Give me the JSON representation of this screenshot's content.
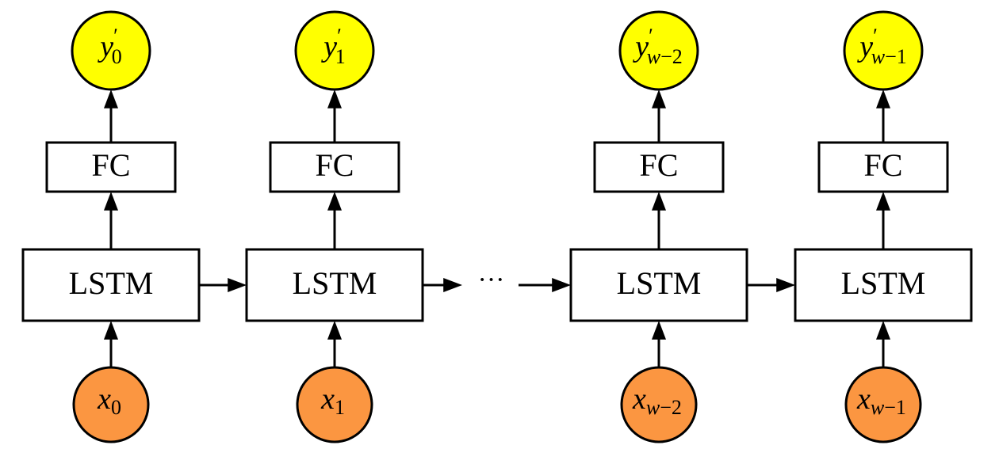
{
  "diagram": {
    "title": "",
    "colors": {
      "output_node": "#ffff00",
      "input_node": "#fb9641",
      "stroke": "#000000"
    },
    "ellipsis": "···",
    "timesteps": [
      {
        "input": {
          "base": "x",
          "sub": "0"
        },
        "cell": "LSTM",
        "fc": "FC",
        "output": {
          "base": "y",
          "prime": "′",
          "sub": "0"
        }
      },
      {
        "input": {
          "base": "x",
          "sub": "1"
        },
        "cell": "LSTM",
        "fc": "FC",
        "output": {
          "base": "y",
          "prime": "′",
          "sub": "1"
        }
      },
      {
        "input": {
          "base": "x",
          "sub": "w−2"
        },
        "cell": "LSTM",
        "fc": "FC",
        "output": {
          "base": "y",
          "prime": "′",
          "sub": "w−2"
        }
      },
      {
        "input": {
          "base": "x",
          "sub": "w−1"
        },
        "cell": "LSTM",
        "fc": "FC",
        "output": {
          "base": "y",
          "prime": "′",
          "sub": "w−1"
        }
      }
    ],
    "edges": [
      {
        "from": "input",
        "to": "cell",
        "label": ""
      },
      {
        "from": "cell",
        "to": "fc",
        "label": ""
      },
      {
        "from": "fc",
        "to": "output",
        "label": ""
      },
      {
        "from": "cell",
        "to": "next-cell",
        "label": ""
      }
    ]
  }
}
